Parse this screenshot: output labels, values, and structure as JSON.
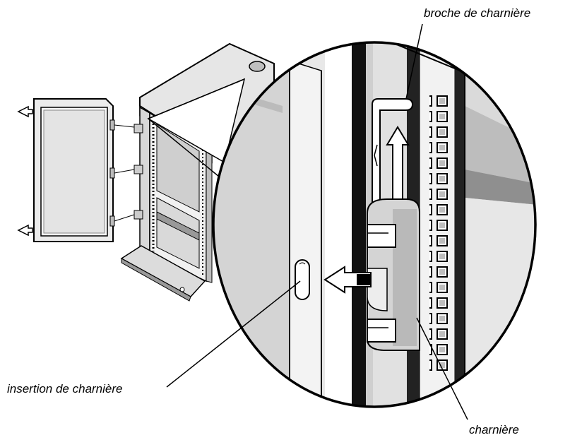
{
  "labels": {
    "hinge_pin": "broche de charnière",
    "hinge_insert": "insertion de charnière",
    "hinge": "charnière"
  },
  "colors": {
    "ink": "#000000",
    "light_gray": "#e2e2e2",
    "mid_gray": "#c4c4c4",
    "dark_gray": "#8e8e8e",
    "white": "#ffffff"
  }
}
